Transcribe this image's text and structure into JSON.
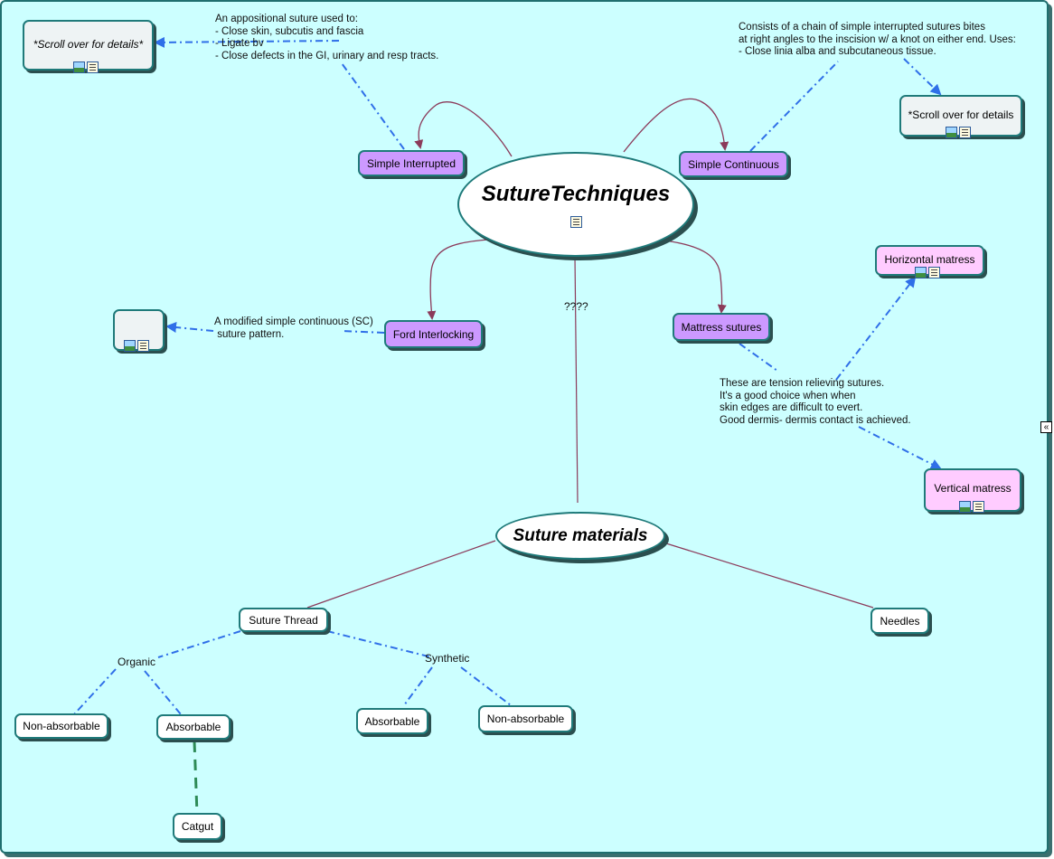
{
  "map": {
    "central": "SutureTechniques",
    "materials": "Suture materials",
    "link_label": "????"
  },
  "techniques": {
    "simple_interrupted": "Simple Interrupted",
    "simple_continuous": "Simple Continuous",
    "ford_interlocking": "Ford Interlocking",
    "mattress_sutures": "Mattress sutures",
    "horizontal_mattress": "Horizontal matress",
    "vertical_mattress": "Vertical matress"
  },
  "details": {
    "left_box": "*Scroll over for details*",
    "right_box": "*Scroll over for details"
  },
  "notes": {
    "simple_interrupted": "An appositional suture used to:\n- Close skin, subcutis and fascia\n- Ligate bv\n- Close defects in the GI, urinary and resp tracts.",
    "simple_continuous": "Consists of a chain of simple interrupted sutures bites\nat right angles to the inscision w/ a knot on either end. Uses:\n- Close linia alba and subcutaneous tissue.",
    "ford_interlocking": "A modified simple continuous (SC)\n suture pattern.",
    "mattress": "These are tension relieving sutures.\nIt's a good choice when when\nskin edges are difficult to evert.\nGood dermis- dermis contact is achieved."
  },
  "materials": {
    "suture_thread": "Suture Thread",
    "needles": "Needles",
    "organic": "Organic",
    "synthetic": "Synthetic",
    "organic_non_absorbable": "Non-absorbable",
    "organic_absorbable": "Absorbable",
    "synthetic_absorbable": "Absorbable",
    "synthetic_non_absorbable": "Non-absorbable",
    "catgut": "Catgut"
  },
  "colors": {
    "background": "#ccffff",
    "technique_node": "#cc99ff",
    "mattress_variant_node": "#ffccff",
    "solid_link": "#8b3a5a",
    "dashed_link": "#3a6fe0",
    "catgut_link": "#2e8b57"
  },
  "icons": {
    "image": "image-icon",
    "note": "note-icon",
    "collapse": "collapse-panel-icon"
  }
}
